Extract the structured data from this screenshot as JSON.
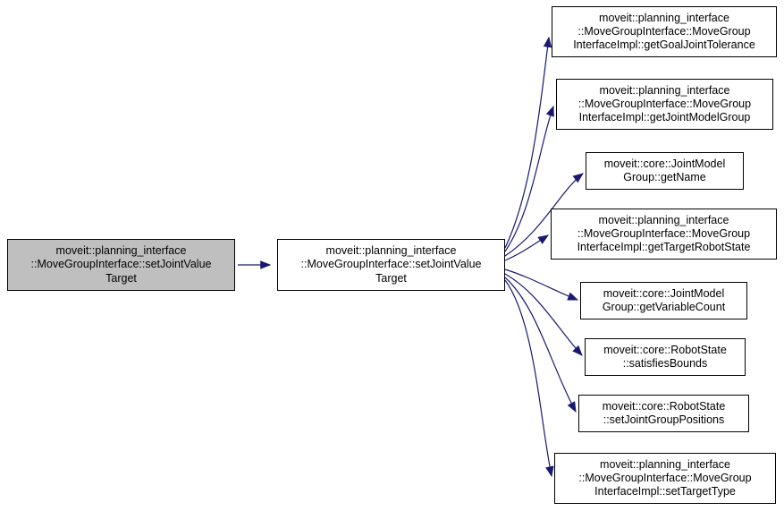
{
  "diagram": {
    "type": "call-graph",
    "colors": {
      "edge": "#191970",
      "node_border": "#000000",
      "node_bg": "#ffffff",
      "highlight_bg": "#bfbfbf"
    },
    "root": {
      "label": "moveit::planning_interface\n::MoveGroupInterface::setJointValue\nTarget"
    },
    "center": {
      "label": "moveit::planning_interface\n::MoveGroupInterface::setJointValue\nTarget"
    },
    "callees": [
      {
        "label": "moveit::planning_interface\n::MoveGroupInterface::MoveGroup\nInterfaceImpl::getGoalJointTolerance"
      },
      {
        "label": "moveit::planning_interface\n::MoveGroupInterface::MoveGroup\nInterfaceImpl::getJointModelGroup"
      },
      {
        "label": "moveit::core::JointModel\nGroup::getName"
      },
      {
        "label": "moveit::planning_interface\n::MoveGroupInterface::MoveGroup\nInterfaceImpl::getTargetRobotState"
      },
      {
        "label": "moveit::core::JointModel\nGroup::getVariableCount"
      },
      {
        "label": "moveit::core::RobotState\n::satisfiesBounds"
      },
      {
        "label": "moveit::core::RobotState\n::setJointGroupPositions"
      },
      {
        "label": "moveit::planning_interface\n::MoveGroupInterface::MoveGroup\nInterfaceImpl::setTargetType"
      }
    ]
  }
}
